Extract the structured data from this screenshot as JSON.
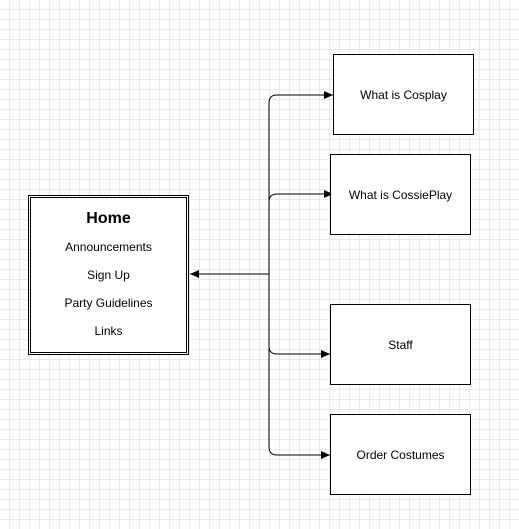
{
  "home": {
    "title": "Home",
    "links": [
      "Announcements",
      "Sign Up",
      "Party Guidelines",
      "Links"
    ]
  },
  "pages": [
    "What is Cosplay",
    "What is CossiePlay",
    "Staff",
    "Order Costumes"
  ],
  "colors": {
    "stroke": "#000000",
    "grid": "#e9e9e9",
    "background": "#ffffff"
  }
}
